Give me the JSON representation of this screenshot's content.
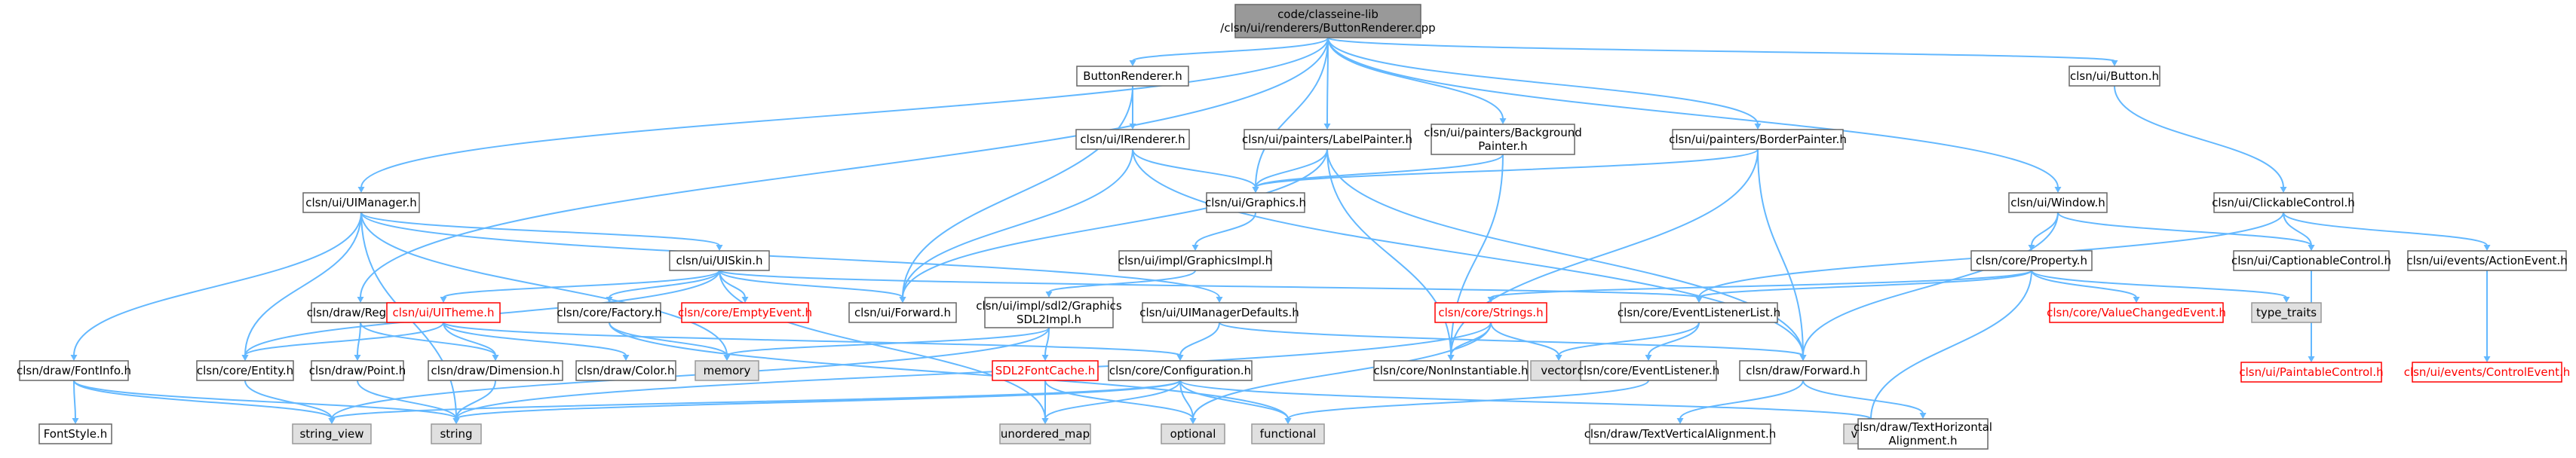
{
  "graph": {
    "nodes": [
      {
        "id": "root",
        "lines": [
          "code/classeine-lib",
          "/clsn/ui/renderers/ButtonRenderer.cpp"
        ],
        "type": "root"
      },
      {
        "id": "buttonrenderer",
        "lines": [
          "ButtonRenderer.h"
        ],
        "type": "normal"
      },
      {
        "id": "button",
        "lines": [
          "clsn/ui/Button.h"
        ],
        "type": "normal"
      },
      {
        "id": "irenderer",
        "lines": [
          "clsn/ui/IRenderer.h"
        ],
        "type": "normal"
      },
      {
        "id": "labelpainter",
        "lines": [
          "clsn/ui/painters/LabelPainter.h"
        ],
        "type": "normal"
      },
      {
        "id": "bgpainter",
        "lines": [
          "clsn/ui/painters/Background",
          "Painter.h"
        ],
        "type": "normal"
      },
      {
        "id": "borderpainter",
        "lines": [
          "clsn/ui/painters/BorderPainter.h"
        ],
        "type": "normal"
      },
      {
        "id": "clickable",
        "lines": [
          "clsn/ui/ClickableControl.h"
        ],
        "type": "normal"
      },
      {
        "id": "uimanager",
        "lines": [
          "clsn/ui/UIManager.h"
        ],
        "type": "normal"
      },
      {
        "id": "graphics",
        "lines": [
          "clsn/ui/Graphics.h"
        ],
        "type": "normal"
      },
      {
        "id": "window",
        "lines": [
          "clsn/ui/Window.h"
        ],
        "type": "normal"
      },
      {
        "id": "uiskin",
        "lines": [
          "clsn/ui/UISkin.h"
        ],
        "type": "normal"
      },
      {
        "id": "graphicsimpl",
        "lines": [
          "clsn/ui/impl/GraphicsImpl.h"
        ],
        "type": "normal"
      },
      {
        "id": "property",
        "lines": [
          "clsn/core/Property.h"
        ],
        "type": "normal"
      },
      {
        "id": "captionable",
        "lines": [
          "clsn/ui/CaptionableControl.h"
        ],
        "type": "normal"
      },
      {
        "id": "actionevent",
        "lines": [
          "clsn/ui/events/ActionEvent.h"
        ],
        "type": "normal"
      },
      {
        "id": "region",
        "lines": [
          "clsn/draw/Region.h"
        ],
        "type": "normal"
      },
      {
        "id": "uitheme",
        "lines": [
          "clsn/ui/UITheme.h"
        ],
        "type": "red"
      },
      {
        "id": "factory",
        "lines": [
          "clsn/core/Factory.h"
        ],
        "type": "normal"
      },
      {
        "id": "emptyevent",
        "lines": [
          "clsn/core/EmptyEvent.h"
        ],
        "type": "red"
      },
      {
        "id": "uiforward",
        "lines": [
          "clsn/ui/Forward.h"
        ],
        "type": "normal"
      },
      {
        "id": "sdl2graphics",
        "lines": [
          "clsn/ui/impl/sdl2/Graphics",
          "SDL2Impl.h"
        ],
        "type": "normal"
      },
      {
        "id": "uimgrdefaults",
        "lines": [
          "clsn/ui/UIManagerDefaults.h"
        ],
        "type": "normal"
      },
      {
        "id": "strings",
        "lines": [
          "clsn/core/Strings.h"
        ],
        "type": "red"
      },
      {
        "id": "eventlistenerlist",
        "lines": [
          "clsn/core/EventListenerList.h"
        ],
        "type": "normal"
      },
      {
        "id": "valuechanged",
        "lines": [
          "clsn/core/ValueChangedEvent.h"
        ],
        "type": "red"
      },
      {
        "id": "typetraits",
        "lines": [
          "type_traits"
        ],
        "type": "std"
      },
      {
        "id": "paintable",
        "lines": [
          "clsn/ui/PaintableControl.h"
        ],
        "type": "red"
      },
      {
        "id": "controlevent",
        "lines": [
          "clsn/ui/events/ControlEvent.h"
        ],
        "type": "red"
      },
      {
        "id": "fontinfo",
        "lines": [
          "clsn/draw/FontInfo.h"
        ],
        "type": "normal"
      },
      {
        "id": "entity",
        "lines": [
          "clsn/core/Entity.h"
        ],
        "type": "normal"
      },
      {
        "id": "point",
        "lines": [
          "clsn/draw/Point.h"
        ],
        "type": "normal"
      },
      {
        "id": "dimension",
        "lines": [
          "clsn/draw/Dimension.h"
        ],
        "type": "normal"
      },
      {
        "id": "memory",
        "lines": [
          "memory"
        ],
        "type": "std"
      },
      {
        "id": "color",
        "lines": [
          "clsn/draw/Color.h"
        ],
        "type": "normal"
      },
      {
        "id": "sdl2fontcache",
        "lines": [
          "SDL2FontCache.h"
        ],
        "type": "red"
      },
      {
        "id": "configuration",
        "lines": [
          "clsn/core/Configuration.h"
        ],
        "type": "normal"
      },
      {
        "id": "vector",
        "lines": [
          "vector"
        ],
        "type": "std"
      },
      {
        "id": "noninstantiable",
        "lines": [
          "clsn/core/NonInstantiable.h"
        ],
        "type": "normal"
      },
      {
        "id": "eventlistener",
        "lines": [
          "clsn/core/EventListener.h"
        ],
        "type": "normal"
      },
      {
        "id": "drawforward",
        "lines": [
          "clsn/draw/Forward.h"
        ],
        "type": "normal"
      },
      {
        "id": "fontstyle",
        "lines": [
          "FontStyle.h"
        ],
        "type": "normal"
      },
      {
        "id": "stringview",
        "lines": [
          "string_view"
        ],
        "type": "std"
      },
      {
        "id": "string",
        "lines": [
          "string"
        ],
        "type": "std"
      },
      {
        "id": "unorderedmap",
        "lines": [
          "unordered_map"
        ],
        "type": "std"
      },
      {
        "id": "optional",
        "lines": [
          "optional"
        ],
        "type": "std"
      },
      {
        "id": "functional",
        "lines": [
          "functional"
        ],
        "type": "std"
      },
      {
        "id": "variant",
        "lines": [
          "variant"
        ],
        "type": "std"
      },
      {
        "id": "tvalign",
        "lines": [
          "clsn/draw/TextVerticalAlignment.h"
        ],
        "type": "normal"
      },
      {
        "id": "thalign",
        "lines": [
          "clsn/draw/TextHorizontal",
          "Alignment.h"
        ],
        "type": "normal"
      }
    ],
    "edges": [
      [
        "root",
        "buttonrenderer"
      ],
      [
        "root",
        "button"
      ],
      [
        "root",
        "labelpainter"
      ],
      [
        "root",
        "bgpainter"
      ],
      [
        "root",
        "borderpainter"
      ],
      [
        "root",
        "uimanager"
      ],
      [
        "root",
        "graphics"
      ],
      [
        "root",
        "window"
      ],
      [
        "root",
        "region"
      ],
      [
        "buttonrenderer",
        "irenderer"
      ],
      [
        "buttonrenderer",
        "uiforward"
      ],
      [
        "irenderer",
        "graphics"
      ],
      [
        "irenderer",
        "uiforward"
      ],
      [
        "irenderer",
        "drawforward"
      ],
      [
        "labelpainter",
        "graphics"
      ],
      [
        "labelpainter",
        "uiforward"
      ],
      [
        "labelpainter",
        "noninstantiable"
      ],
      [
        "labelpainter",
        "drawforward"
      ],
      [
        "bgpainter",
        "graphics"
      ],
      [
        "bgpainter",
        "noninstantiable"
      ],
      [
        "borderpainter",
        "graphics"
      ],
      [
        "borderpainter",
        "noninstantiable"
      ],
      [
        "borderpainter",
        "drawforward"
      ],
      [
        "button",
        "clickable"
      ],
      [
        "clickable",
        "captionable"
      ],
      [
        "clickable",
        "actionevent"
      ],
      [
        "clickable",
        "eventlistenerlist"
      ],
      [
        "graphics",
        "graphicsimpl"
      ],
      [
        "graphicsimpl",
        "sdl2graphics"
      ],
      [
        "window",
        "property"
      ],
      [
        "window",
        "captionable"
      ],
      [
        "window",
        "drawforward"
      ],
      [
        "property",
        "strings"
      ],
      [
        "property",
        "eventlistenerlist"
      ],
      [
        "property",
        "valuechanged"
      ],
      [
        "property",
        "typetraits"
      ],
      [
        "property",
        "variant"
      ],
      [
        "captionable",
        "paintable"
      ],
      [
        "actionevent",
        "controlevent"
      ],
      [
        "uimanager",
        "uiskin"
      ],
      [
        "uimanager",
        "uimgrdefaults"
      ],
      [
        "uimanager",
        "fontinfo"
      ],
      [
        "uimanager",
        "entity"
      ],
      [
        "uimanager",
        "memory"
      ],
      [
        "uimanager",
        "string"
      ],
      [
        "uiskin",
        "uitheme"
      ],
      [
        "uiskin",
        "factory"
      ],
      [
        "uiskin",
        "emptyevent"
      ],
      [
        "uiskin",
        "uiforward"
      ],
      [
        "uiskin",
        "entity"
      ],
      [
        "uiskin",
        "eventlistenerlist"
      ],
      [
        "uiskin",
        "unorderedmap"
      ],
      [
        "region",
        "point"
      ],
      [
        "region",
        "dimension"
      ],
      [
        "uitheme",
        "entity"
      ],
      [
        "uitheme",
        "dimension"
      ],
      [
        "uitheme",
        "color"
      ],
      [
        "uitheme",
        "configuration"
      ],
      [
        "factory",
        "memory"
      ],
      [
        "factory",
        "functional"
      ],
      [
        "sdl2graphics",
        "sdl2fontcache"
      ],
      [
        "sdl2graphics",
        "memory"
      ],
      [
        "sdl2graphics",
        "stringview"
      ],
      [
        "uimgrdefaults",
        "configuration"
      ],
      [
        "uimgrdefaults",
        "drawforward"
      ],
      [
        "strings",
        "vector"
      ],
      [
        "strings",
        "noninstantiable"
      ],
      [
        "strings",
        "string"
      ],
      [
        "strings",
        "optional"
      ],
      [
        "eventlistenerlist",
        "eventlistener"
      ],
      [
        "eventlistenerlist",
        "vector"
      ],
      [
        "eventlistener",
        "functional"
      ],
      [
        "drawforward",
        "tvalign"
      ],
      [
        "drawforward",
        "thalign"
      ],
      [
        "fontinfo",
        "fontstyle"
      ],
      [
        "fontinfo",
        "stringview"
      ],
      [
        "fontinfo",
        "string"
      ],
      [
        "entity",
        "stringview"
      ],
      [
        "point",
        "string"
      ],
      [
        "dimension",
        "string"
      ],
      [
        "sdl2fontcache",
        "unorderedmap"
      ],
      [
        "sdl2fontcache",
        "optional"
      ],
      [
        "configuration",
        "stringview"
      ],
      [
        "configuration",
        "string"
      ],
      [
        "configuration",
        "unorderedmap"
      ],
      [
        "configuration",
        "optional"
      ],
      [
        "configuration",
        "functional"
      ],
      [
        "configuration",
        "variant"
      ]
    ]
  }
}
